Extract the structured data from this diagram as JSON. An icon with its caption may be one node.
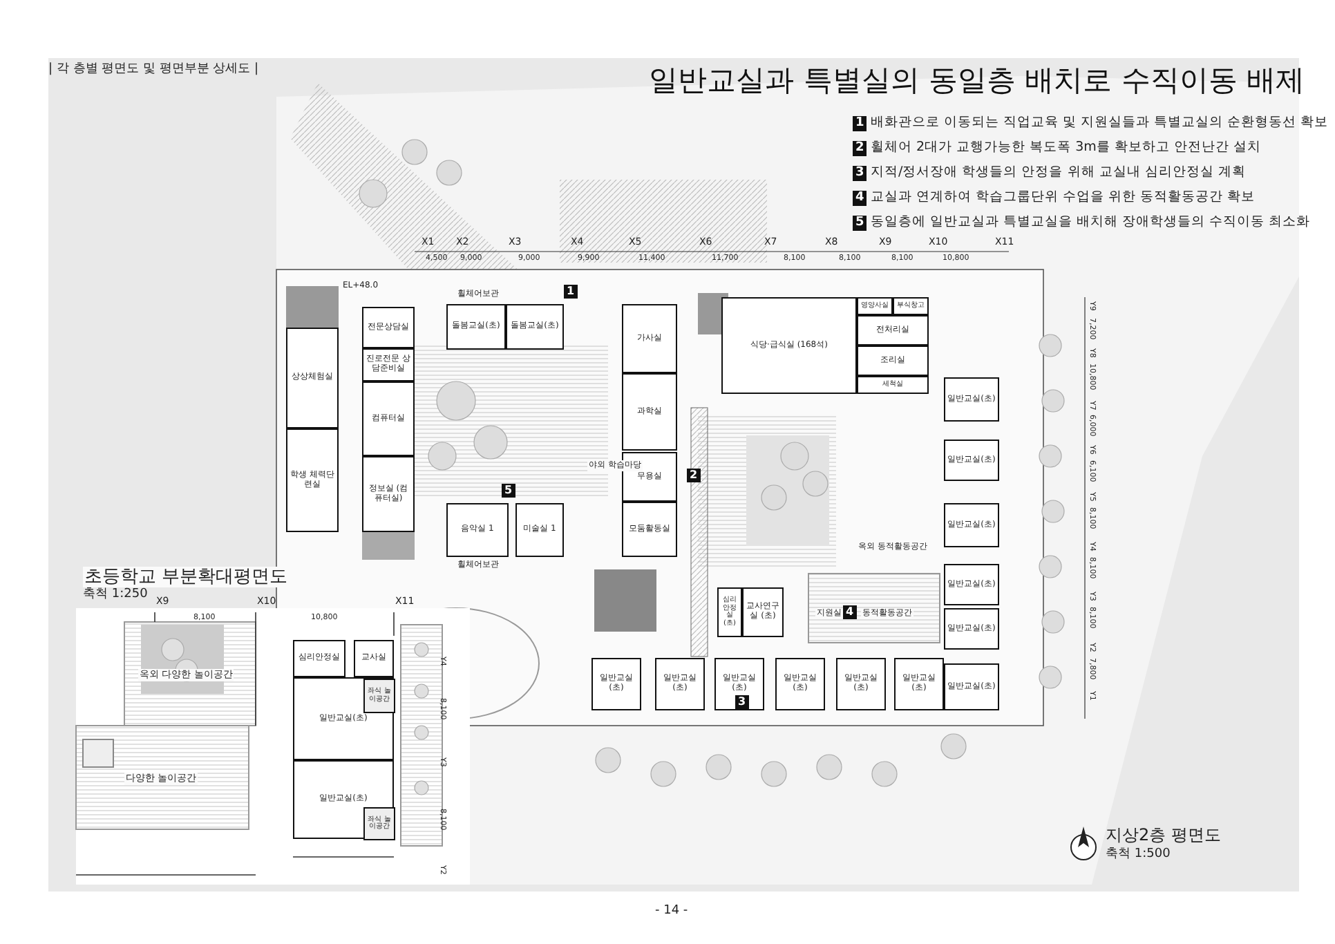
{
  "diagram": {
    "title": "일반교실과 특별실의 동일층 배치로 수직이동 배제",
    "nodes": [
      {
        "text": [
          "상상체험실"
        ]
      },
      {
        "text": [
          "학생 체력단련실"
        ]
      },
      {
        "text": [
          "전문상담실"
        ]
      },
      {
        "text": [
          "진로전문 상담준비실"
        ]
      },
      {
        "text": [
          "컴퓨터실"
        ]
      },
      {
        "text": [
          "정보실 (컴퓨터실)"
        ]
      },
      {
        "text": [
          "돌봄교실(초)"
        ]
      },
      {
        "text": [
          "돌봄교실(초)"
        ]
      },
      {
        "text": [
          "음악실 1"
        ]
      },
      {
        "text": [
          "미술실 1"
        ]
      },
      {
        "text": [
          "가사실"
        ]
      },
      {
        "text": [
          "과학실"
        ]
      },
      {
        "text": [
          "무용실"
        ]
      },
      {
        "text": [
          "모둠활동실"
        ]
      },
      {
        "text": [
          "식당·급식실 (168석)"
        ]
      },
      {
        "text": [
          "영양사실"
        ]
      },
      {
        "text": [
          "부식창고"
        ]
      },
      {
        "text": [
          "전처리실"
        ]
      },
      {
        "text": [
          "조리실"
        ]
      },
      {
        "text": [
          "세척실"
        ]
      },
      {
        "text": [
          "일반교실(초)"
        ]
      },
      {
        "text": [
          "일반교실(초)"
        ]
      },
      {
        "text": [
          "일반교실(초)"
        ]
      },
      {
        "text": [
          "일반교실(초)"
        ]
      },
      {
        "text": [
          "일반교실(초)"
        ]
      },
      {
        "text": [
          "일반교실(초)"
        ]
      },
      {
        "text": [
          "일반교실 (초)"
        ]
      },
      {
        "text": [
          "일반교실 (초)"
        ]
      },
      {
        "text": [
          "일반교실 (초)"
        ]
      },
      {
        "text": [
          "일반교실 (초)"
        ]
      },
      {
        "text": [
          "일반교실 (초)"
        ]
      },
      {
        "text": [
          "일반교실 (초)"
        ]
      },
      {
        "text": [
          "심리 안정실 (초)"
        ]
      },
      {
        "text": [
          "교사연구실 (초)"
        ]
      },
      {
        "text": [
          "심리안정실"
        ]
      },
      {
        "text": [
          "교사실"
        ]
      },
      {
        "text": [
          "일반교실(초)"
        ]
      },
      {
        "text": [
          "좌식 놀이공간"
        ],
        "in": 36
      },
      {
        "text": [
          "일반교실(초)"
        ]
      },
      {
        "text": [
          "좌식 놀이공간"
        ],
        "in": 38
      }
    ],
    "labels": [
      "| 각 층별 평면도 및 평면부분 상세도 |",
      "1",
      "배화관으로 이동되는 직업교육 및 지원실들과 특별교실의 순환형동선 확보",
      "2",
      "휠체어 2대가 교행가능한 복도폭 3m를 확보하고 안전난간 설치",
      "3",
      "지적/정서장애 학생들의 안정을 위해 교실내 심리안정실 계획",
      "4",
      "교실과 연계하여 학습그룹단위 수업을 위한 동적활동공간 확보",
      "5",
      "동일층에 일반교실과 특별교실을 배치해 장애학생들의 수직이동 최소화",
      "X1",
      "X2",
      "X3",
      "X4",
      "X5",
      "X6",
      "X7",
      "X8",
      "X9",
      "X10",
      "X11",
      "4,500",
      "9,000",
      "9,000",
      "9,900",
      "11,400",
      "11,700",
      "8,100",
      "8,100",
      "8,100",
      "10,800",
      "Y9",
      "7,200",
      "Y8",
      "10,800",
      "Y7",
      "6,000",
      "Y6",
      "6,100",
      "Y5",
      "8,100",
      "Y4",
      "8,100",
      "Y3",
      "8,100",
      "Y2",
      "7,800",
      "Y1",
      "EL+48.0",
      "휠체어보관",
      "1",
      "5",
      "휠체어보관",
      "야외 학습마당",
      "2",
      "옥외 동적활동공간",
      "지원실",
      "4",
      "동적활동공간",
      "3",
      "초등학교 부분확대평면도",
      "축척 1:250",
      "X9",
      "8,100",
      "X10",
      "10,800",
      "X11",
      "옥외 다양한 놀이공간",
      "다양한 놀이공간",
      "Y4",
      "8,100",
      "Y3",
      "8,100",
      "Y2",
      "지상2층 평면도",
      "축척 1:500",
      "- 14 -"
    ]
  }
}
